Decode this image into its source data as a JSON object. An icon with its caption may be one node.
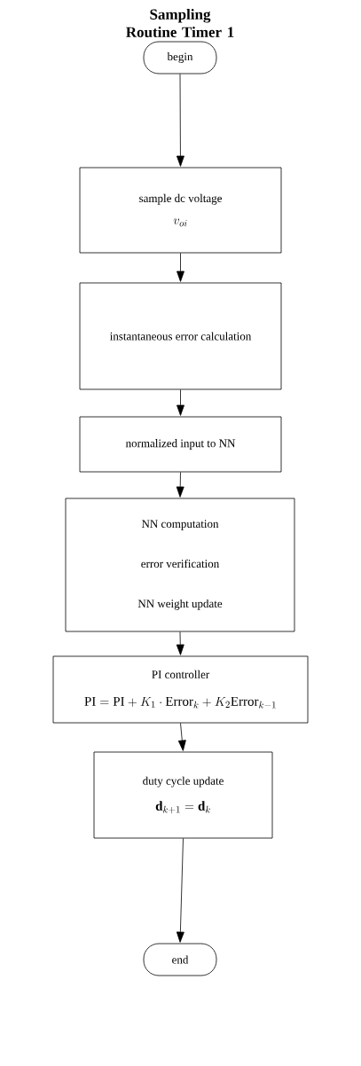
{
  "diagram": {
    "title": "Sampling Routine Timer 1",
    "nodes": [
      {
        "text": [
          "begin"
        ]
      },
      {
        "text": [
          "sample dc voltage",
          "v_{oi}"
        ]
      },
      {
        "text": [
          "instantaneous error calculation"
        ]
      },
      {
        "text": [
          "normalized input to NN"
        ]
      },
      {
        "text": [
          "NN computation",
          "error verification",
          "NN weight update"
        ]
      },
      {
        "text": [
          "PI controller",
          "\\mathrm{PI} = \\mathrm{PI} + K_{1}\\cdot \\mathrm{Error}_{k} + K_{2}\\mathrm{Error}_{k-1}"
        ]
      },
      {
        "text": [
          "duty cycle update",
          "\\mathbf{d}_{k+1} = \\mathbf{d}_{k}"
        ]
      },
      {
        "text": [
          "end"
        ]
      }
    ],
    "edges": [
      {
        "from": 0,
        "to": 1,
        "arrow": "to"
      },
      {
        "from": 1,
        "to": 2,
        "arrow": "to"
      },
      {
        "from": 2,
        "to": 3,
        "arrow": "to"
      },
      {
        "from": 3,
        "to": 4,
        "arrow": "to"
      },
      {
        "from": 4,
        "to": 5,
        "arrow": "to"
      },
      {
        "from": 5,
        "to": 6,
        "arrow": "to"
      },
      {
        "from": 6,
        "to": 7,
        "arrow": "to"
      }
    ]
  }
}
